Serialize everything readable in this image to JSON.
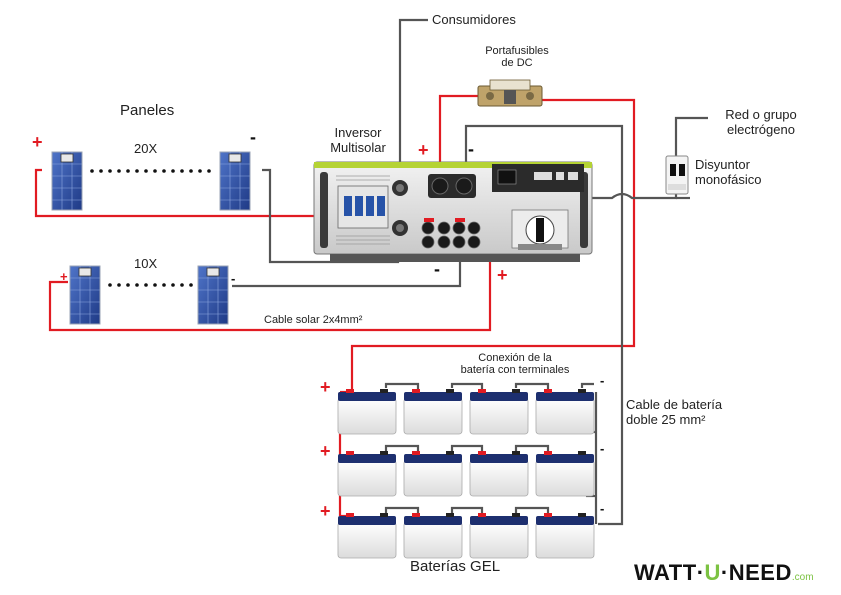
{
  "labels": {
    "paneles": "Paneles",
    "count_top": "20X",
    "count_bottom": "10X",
    "inversor_line1": "Inversor",
    "inversor_line2": "Multisolar",
    "consumidores": "Consumidores",
    "portafusibles_line1": "Portafusibles",
    "portafusibles_line2": "de DC",
    "red_line1": "Red o grupo",
    "red_line2": "electrógeno",
    "disyuntor_line1": "Disyuntor",
    "disyuntor_line2": "monofásico",
    "cable_solar": "Cable solar 2x4mm²",
    "conexion_line1": "Conexión de la",
    "conexion_line2": "batería con terminales",
    "cable_bateria_line1": "Cable de batería",
    "cable_bateria_line2": "doble 25 mm²",
    "baterias": "Baterías GEL"
  },
  "symbols": {
    "plus": "+",
    "minus": "-"
  },
  "logo": {
    "part1": "WATT",
    "sep": "·",
    "part2": "U",
    "part3": "NEED",
    "tld": ".com"
  },
  "colors": {
    "positive_wire": "#e11b22",
    "negative_wire": "#555555",
    "inverter_accent": "#b5d334",
    "battery_top": "#1d2f6f",
    "brand_green": "#7cc242"
  }
}
